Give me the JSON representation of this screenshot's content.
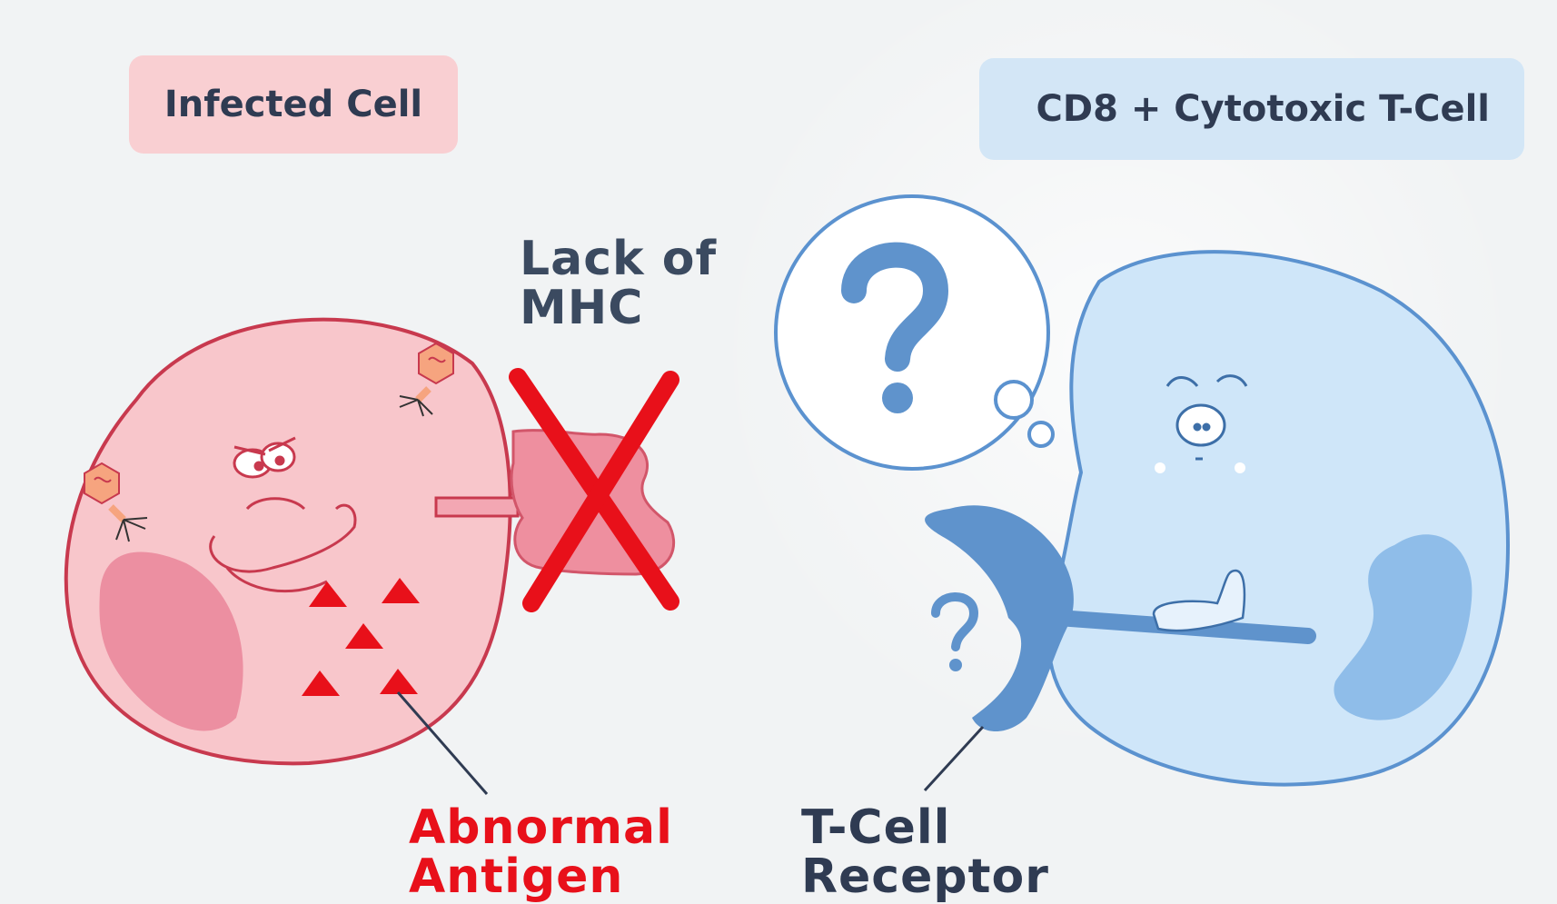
{
  "labels": {
    "infected_cell": "Infected Cell",
    "tcell": "CD8 + Cytotoxic T-Cell",
    "lack_of_mhc_line1": "Lack of",
    "lack_of_mhc_line2": "MHC",
    "abnormal_antigen_line1": "Abnormal",
    "abnormal_antigen_line2": "Antigen",
    "tcr_line1": "T-Cell",
    "tcr_line2": "Receptor"
  },
  "colors": {
    "infected_box": "#f9cfd2",
    "tcell_box": "#d3e6f6",
    "infected_cell_fill": "#f8c6cb",
    "infected_cell_stroke": "#c8394e",
    "tcell_fill": "#cfe6f9",
    "tcell_stroke": "#5b92cf",
    "receptor": "#5f93cc",
    "cross": "#e8101a",
    "antigen": "#e8101a"
  },
  "icons": [
    "question-mark-icon",
    "red-x-icon",
    "virus-icon",
    "antigen-triangle-icon"
  ]
}
